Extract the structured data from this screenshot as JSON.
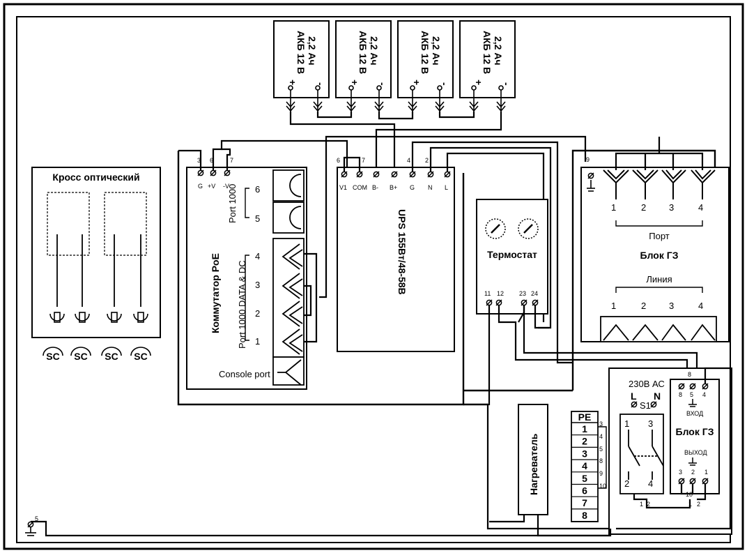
{
  "battery": {
    "label": "АКБ 12 В",
    "capacity": "2,2 Ач",
    "plus": "+",
    "minus": "-"
  },
  "cross": {
    "title": "Кросс оптический",
    "connector": "SC"
  },
  "switch": {
    "title": "Коммутатор PoE",
    "power_terms": [
      "G",
      "+V",
      "-V"
    ],
    "power_nums": [
      "3",
      "6",
      "7"
    ],
    "port1000": "Port 1000",
    "port_poe": "Port 1000 DATA & DC",
    "console": "Console port",
    "ports": [
      "6",
      "5",
      "4",
      "3",
      "2",
      "1"
    ]
  },
  "ups": {
    "title": "UPS 155Вт/48-58В",
    "terms": [
      "V1",
      "COM",
      "B-",
      "B+",
      "G",
      "N",
      "L"
    ],
    "nums": [
      "6",
      "7",
      "4",
      "2"
    ]
  },
  "thermostat": {
    "title": "Термостат",
    "terms": [
      "11",
      "12",
      "23",
      "24"
    ]
  },
  "block_top": {
    "title": "Блок ГЗ",
    "port_label": "Порт",
    "line_label": "Линия",
    "nums": [
      "1",
      "2",
      "3",
      "4"
    ],
    "ground_num": "9"
  },
  "power_block": {
    "voltage": "230В АС",
    "L": "L",
    "N": "N",
    "switch": "S1",
    "sw_nums": [
      "1",
      "3",
      "2",
      "4"
    ]
  },
  "block_bottom": {
    "title": "Блок ГЗ",
    "in": "ВХОД",
    "out": "ВЫХОД",
    "top_nums": [
      "8",
      "5",
      "4"
    ],
    "top_wire": "8",
    "bottom_nums": [
      "3",
      "2",
      "1"
    ],
    "bottom_wire": "10"
  },
  "heater": {
    "title": "Нагреватель"
  },
  "terminal": {
    "pe": "PE",
    "rows": [
      "1",
      "2",
      "3",
      "4",
      "5",
      "6",
      "7",
      "8"
    ],
    "wires": [
      "3",
      "4",
      "5",
      "8",
      "9",
      "10"
    ]
  },
  "ground": {
    "num": "5"
  },
  "link_nums": {
    "a": "1",
    "b": "2",
    "c": "1",
    "d": "2"
  }
}
